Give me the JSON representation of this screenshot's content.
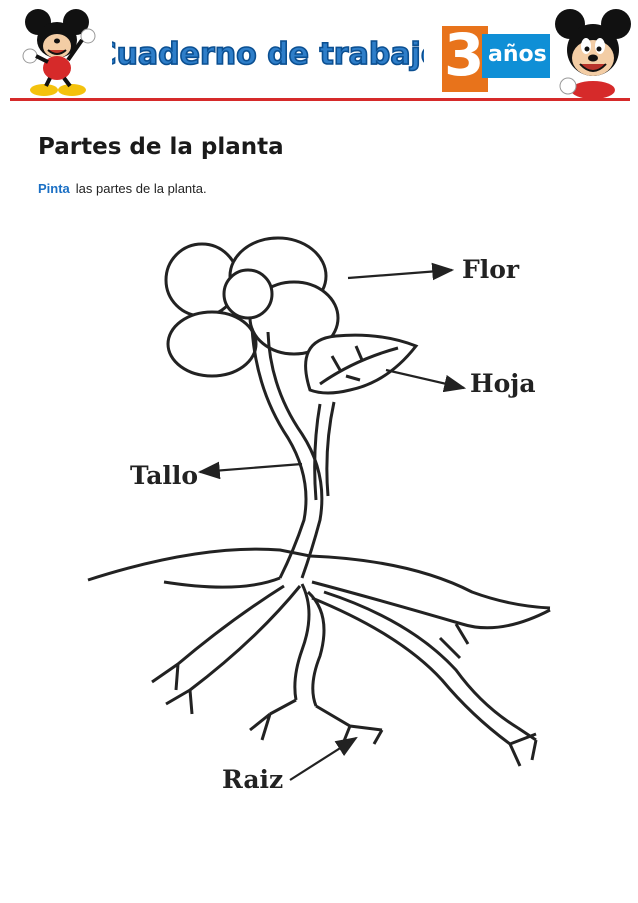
{
  "header": {
    "banner_title": "Cuaderno de trabajo",
    "age_number": "3",
    "age_word": "años",
    "mascot_left_icon": "cartoon-mouse-waving",
    "mascot_right_icon": "cartoon-mouse-face",
    "colors": {
      "banner_text": "#2e7ec9",
      "banner_outline": "#0b4f91",
      "accent_orange": "#e8731b",
      "accent_blue": "#0f8fd6",
      "rule_red": "#d62a2a"
    }
  },
  "worksheet": {
    "title": "Partes de la planta",
    "instruction_verb": "Pinta",
    "instruction_rest": "las partes de la planta."
  },
  "diagram": {
    "labels": {
      "flower": "Flor",
      "leaf": "Hoja",
      "stem": "Tallo",
      "root": "Raiz"
    }
  }
}
